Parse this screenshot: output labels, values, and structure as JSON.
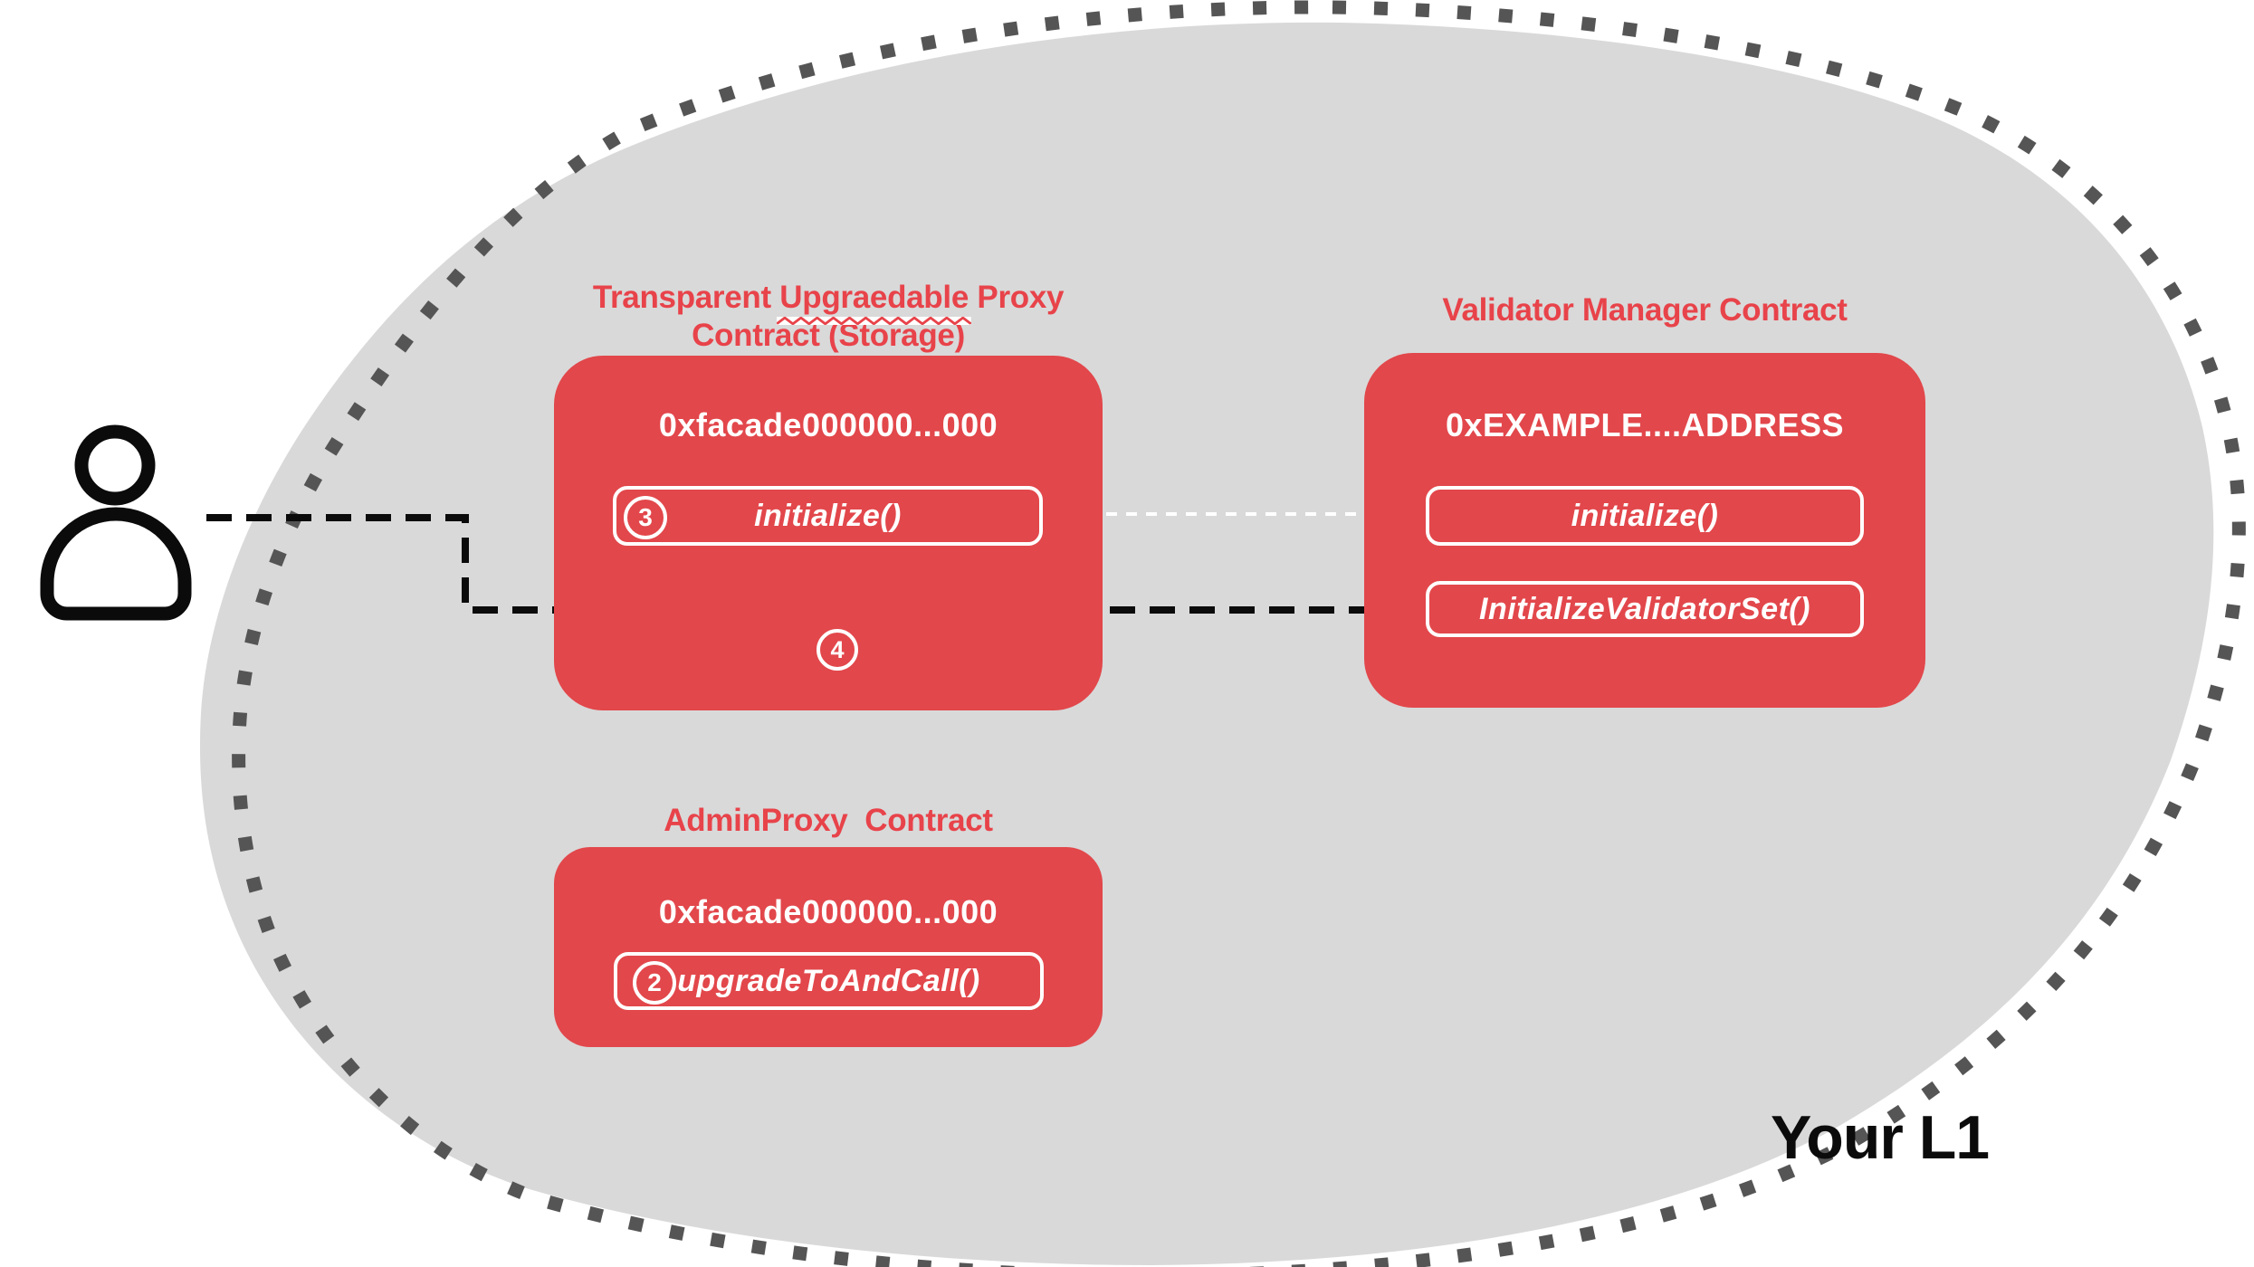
{
  "region_label": "Your L1",
  "colors": {
    "box_red": "#e2474b",
    "title_red": "#e8434a",
    "blob_gray": "#d9d9d9",
    "dot_gray": "#555555",
    "ink": "#0b0b0b",
    "white": "#ffffff"
  },
  "actor": {
    "icon": "user-icon"
  },
  "proxy_box": {
    "title_prefix": "Transparent ",
    "title_misspelled": "Upgraedable",
    "title_suffix": " Proxy",
    "title_line2": "Contract (Storage)",
    "address": "0xfacade000000...000",
    "button": {
      "step": "3",
      "label": "initialize()"
    },
    "step_below": "4"
  },
  "validator_box": {
    "title": "Validator Manager Contract",
    "address": "0xEXAMPLE....ADDRESS",
    "buttons": [
      {
        "label": "initialize()"
      },
      {
        "label": "InitializeValidatorSet()"
      }
    ]
  },
  "admin_box": {
    "title": "AdminProxy  Contract",
    "address": "0xfacade000000...000",
    "button": {
      "step": "2",
      "label": "upgradeToAndCall()"
    }
  }
}
